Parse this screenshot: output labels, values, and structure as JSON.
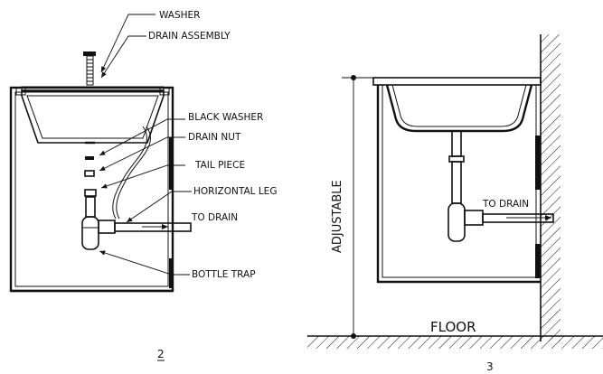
{
  "figure_2": {
    "labels": {
      "washer": "WASHER",
      "drain_assembly": "DRAIN ASSEMBLY",
      "black_washer": "BLACK WASHER",
      "drain_nut": "DRAIN NUT",
      "tail_piece": "TAIL PIECE",
      "horizontal_leg": "HORIZONTAL LEG",
      "to_drain": "TO DRAIN",
      "bottle_trap": "BOTTLE TRAP"
    },
    "number": "2"
  },
  "figure_3": {
    "labels": {
      "to_drain": "TO DRAIN",
      "adjustable": "ADJUSTABLE",
      "floor": "FLOOR"
    },
    "number": "3"
  },
  "colors": {
    "line": "#111111",
    "background": "#ffffff"
  }
}
